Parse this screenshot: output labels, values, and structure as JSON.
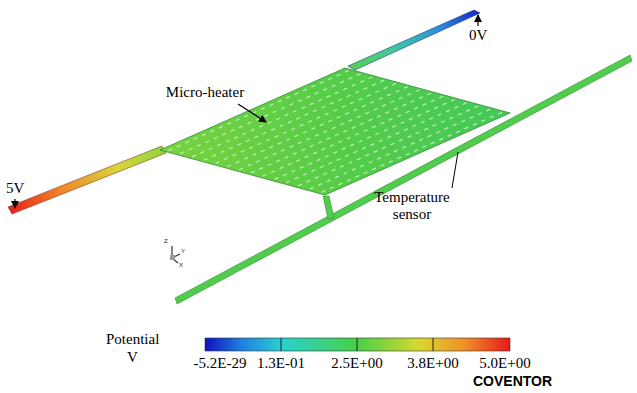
{
  "diagram": {
    "labels": [
      "5V",
      "0V",
      "Micro-heater",
      "Temperature sensor",
      "Z",
      "Y",
      "X",
      "Potential",
      "V",
      "-5.2E-29",
      "1.3E-01",
      "2.5E+00",
      "3.8E+00",
      "5.0E+00",
      "COVENTOR"
    ]
  }
}
